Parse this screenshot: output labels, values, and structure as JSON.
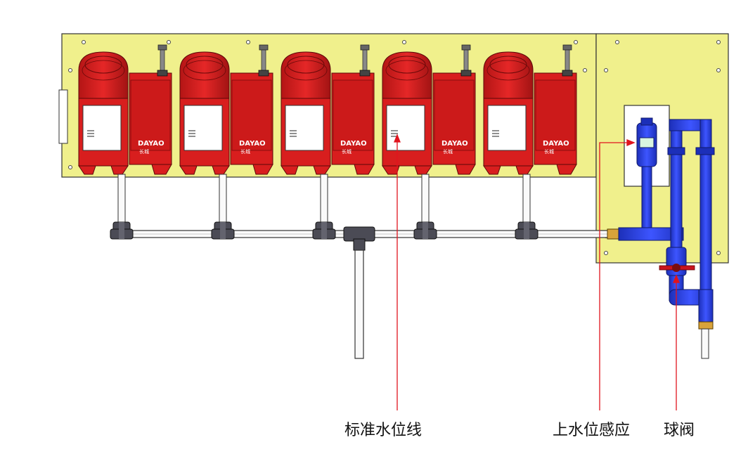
{
  "units": [
    {
      "brand": "DAYAO",
      "subtext": "长城"
    },
    {
      "brand": "DAYAO",
      "subtext": "长城"
    },
    {
      "brand": "DAYAO",
      "subtext": "长城"
    },
    {
      "brand": "DAYAO",
      "subtext": "长城"
    },
    {
      "brand": "DAYAO",
      "subtext": "长城"
    }
  ],
  "callouts": {
    "standard_water_line": "标准水位线",
    "upper_water_sensor": "上水位感应",
    "ball_valve": "球阀"
  },
  "colors": {
    "board": "#f0f08c",
    "unit_red": "#d81e1e",
    "unit_red_dark": "#a11313",
    "pipe_blue": "#2a3fe0",
    "callout_line": "#e0141e",
    "valve_handle": "#c8141e"
  }
}
